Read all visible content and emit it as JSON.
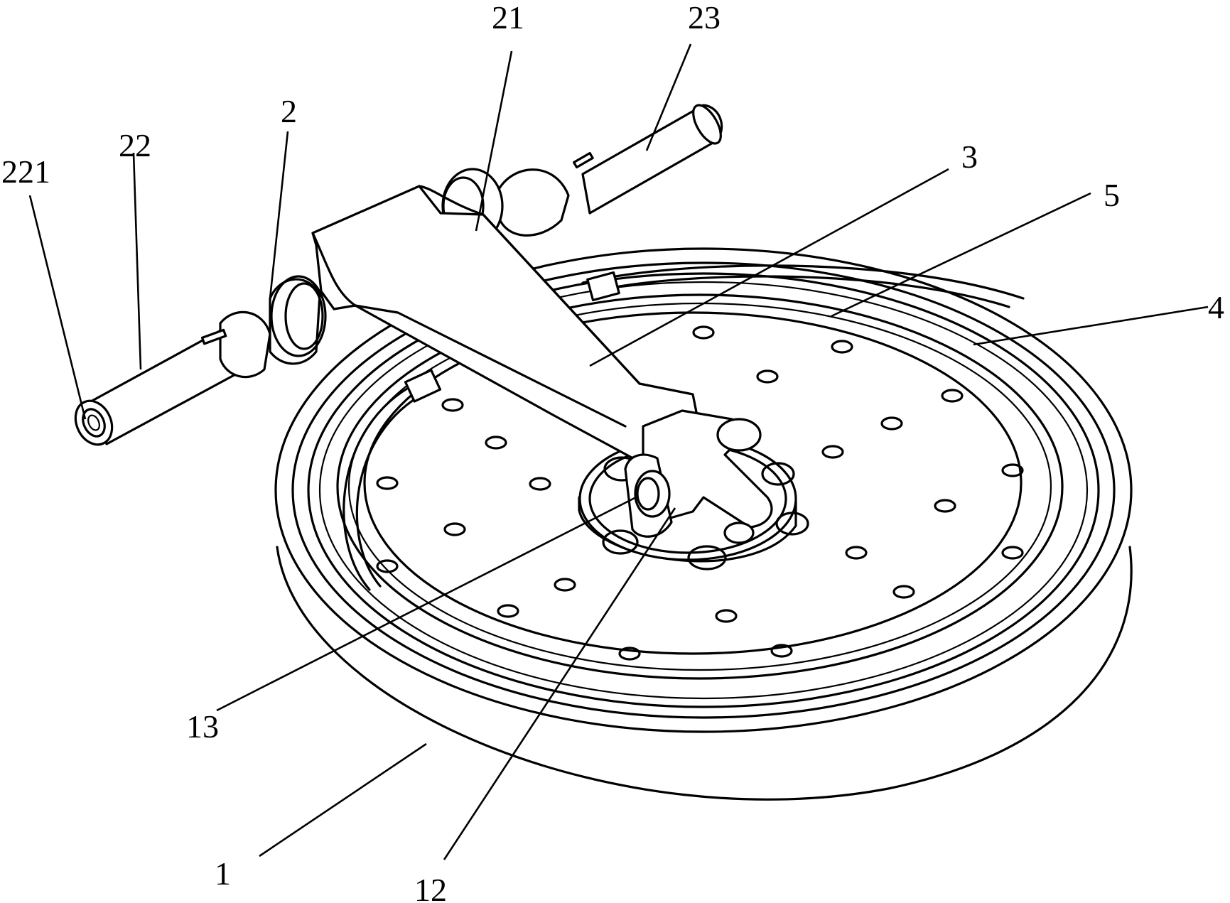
{
  "labels": {
    "l221": "221",
    "l22": "22",
    "l2": "2",
    "l21": "21",
    "l23": "23",
    "l3": "3",
    "l5": "5",
    "l4": "4",
    "l13": "13",
    "l1": "1",
    "l12": "12"
  }
}
